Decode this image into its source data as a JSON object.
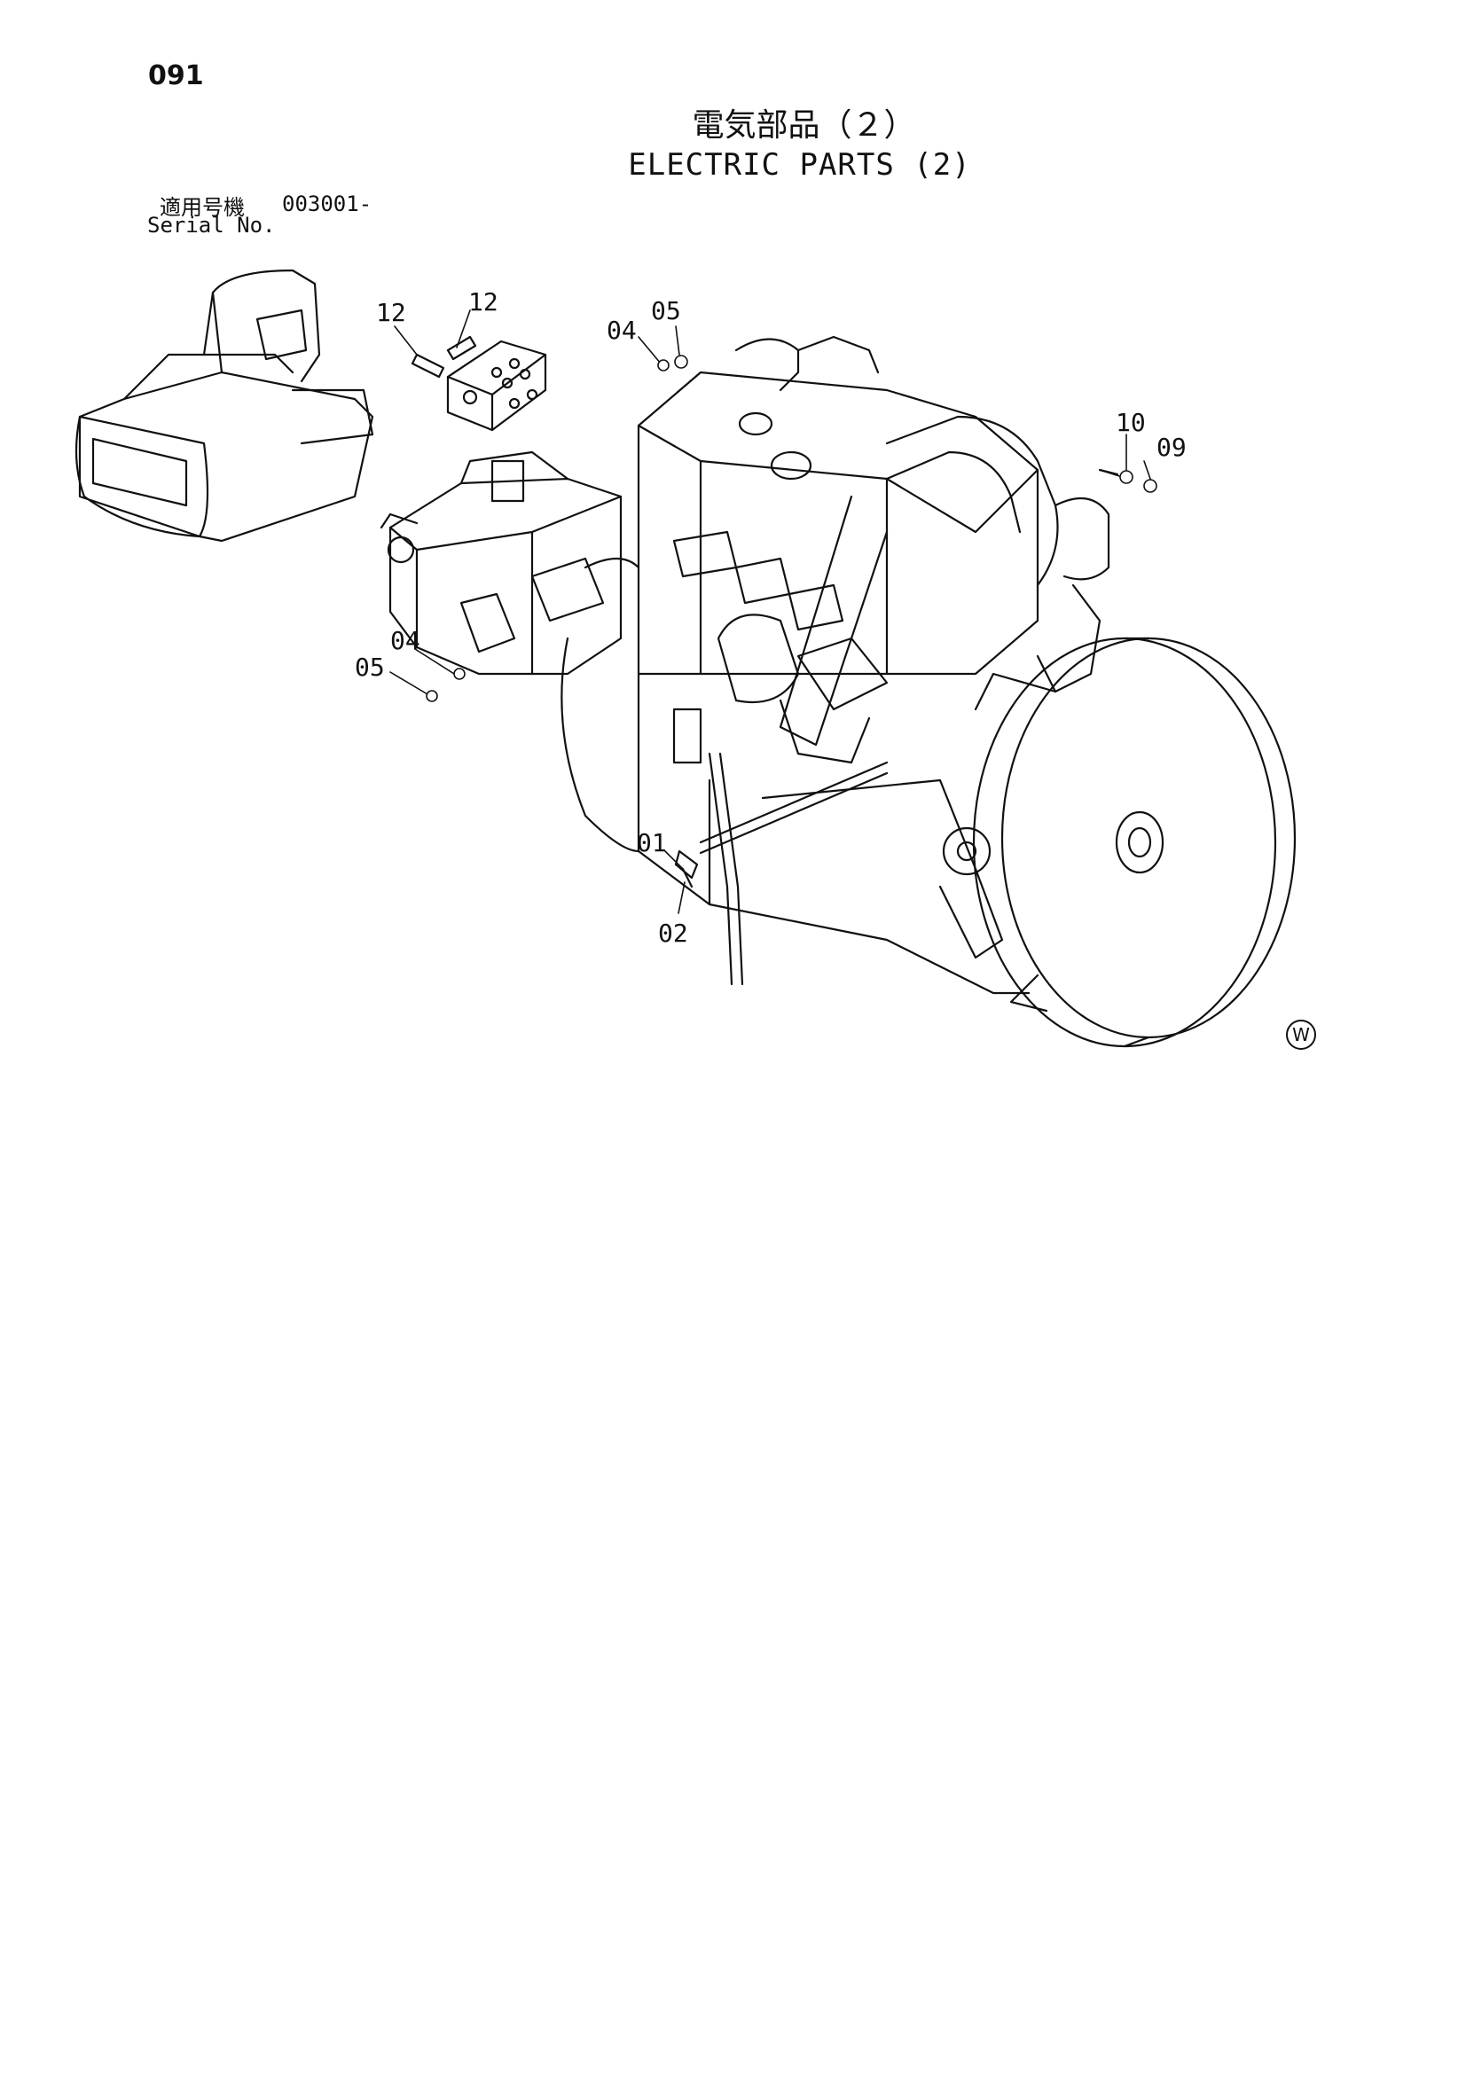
{
  "page": {
    "number": "091"
  },
  "title": {
    "japanese": "電気部品（２）",
    "english": "ELECTRIC PARTS (2)"
  },
  "serial": {
    "label_ja": "適用号機",
    "value": "003001-",
    "label_en": "Serial No."
  },
  "callouts": {
    "c12a": "12",
    "c12b": "12",
    "c04a": "04",
    "c05a": "05",
    "c10": "10",
    "c09": "09",
    "c04b": "04",
    "c05b": "05",
    "c01": "01",
    "c02": "02"
  },
  "mark": {
    "symbol": "W"
  }
}
